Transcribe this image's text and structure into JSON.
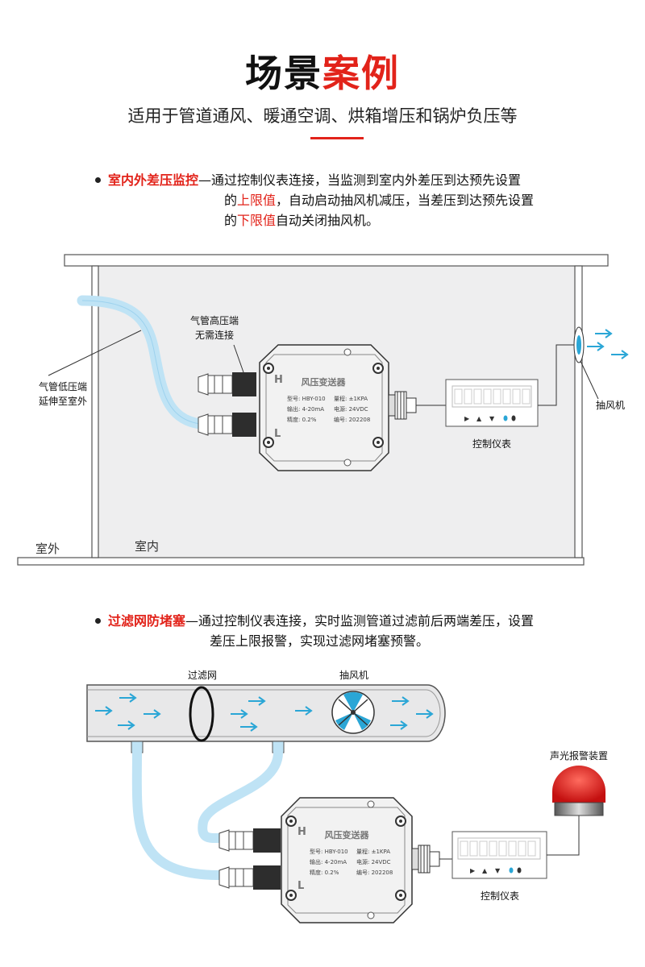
{
  "header": {
    "title_black": "场景",
    "title_red": "案例",
    "subtitle": "适用于管道通风、暖通空调、烘箱增压和锅炉负压等"
  },
  "section1": {
    "lead": "室内外差压监控",
    "line1": "—通过控制仪表连接，当监测到室内外差压到达预先设置",
    "line2_pre": "的",
    "line2_red": "上限值",
    "line2_post": "，自动启动抽风机减压，当差压到达预先设置",
    "line3_pre": "的",
    "line3_red": "下限值",
    "line3_post": "自动关闭抽风机。"
  },
  "diagram1": {
    "high_label_1": "气管高压端",
    "high_label_2": "无需连接",
    "low_label_1": "气管低压端",
    "low_label_2": "延伸至室外",
    "controller_label": "控制仪表",
    "fan_label": "抽风机",
    "outdoor_label": "室外",
    "indoor_label": "室内"
  },
  "transmitter": {
    "name": "风压变送器",
    "h": "H",
    "l": "L",
    "row1a": "型号: HBY-010",
    "row1b": "量程: ±1KPA",
    "row2a": "输出: 4-20mA",
    "row2b": "电源: 24VDC",
    "row3a": "精度: 0.2%",
    "row3b": "编号: 202208"
  },
  "section2": {
    "lead": "过滤网防堵塞",
    "line1": "—通过控制仪表连接，实时监测管道过滤前后两端差压，设置",
    "line2": "差压上限报警，实现过滤网堵塞预警。"
  },
  "diagram2": {
    "filter_label": "过滤网",
    "fan_label": "抽风机",
    "alarm_label": "声光报警装置",
    "controller_label": "控制仪表"
  },
  "colors": {
    "accent_red": "#e2231a",
    "tube_blue": "#bfe3f5",
    "arrow_blue": "#2aa6d6",
    "room_gray": "#eeeeef"
  }
}
